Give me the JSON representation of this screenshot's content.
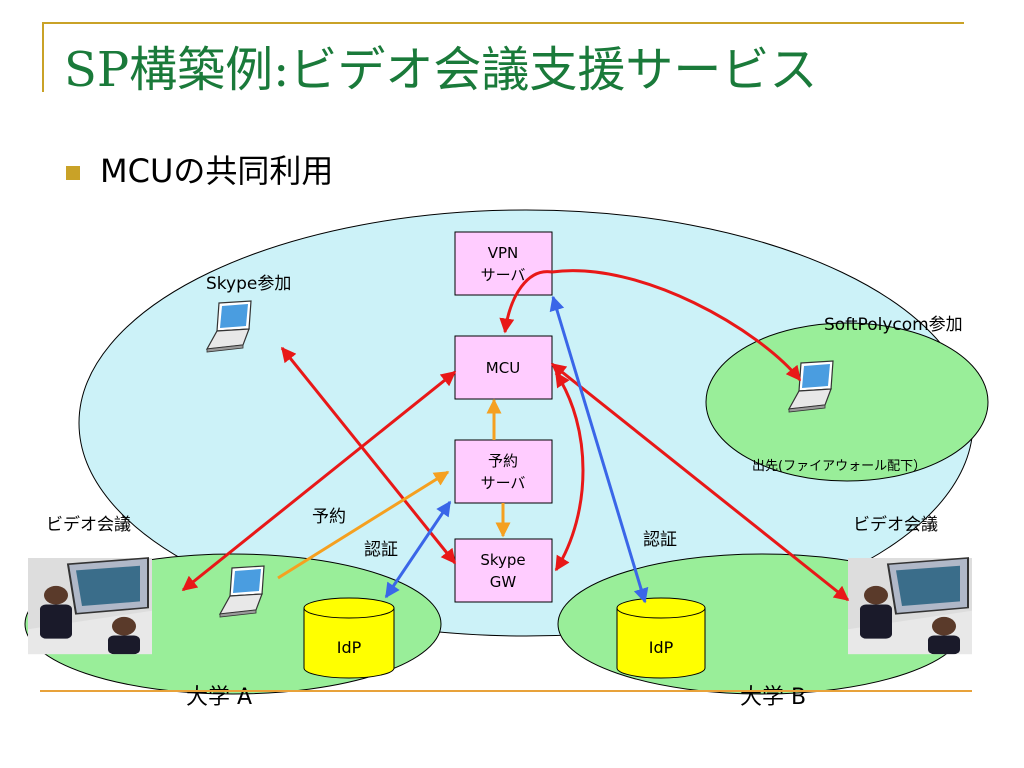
{
  "title": "SP構築例:ビデオ会議支援サービス",
  "bullet": "MCUの共同利用",
  "nodes": {
    "vpn": [
      "VPN",
      "サーバ"
    ],
    "mcu": "MCU",
    "reserve": [
      "予約",
      "サーバ"
    ],
    "skypegw": [
      "Skype",
      "GW"
    ],
    "idp_a": "IdP",
    "idp_b": "IdP"
  },
  "labels": {
    "skype_join": "Skype参加",
    "softpolycom_join": "SoftPolycom参加",
    "firewall": "出先(ファイアウォール配下）",
    "video_left": "ビデオ会議",
    "video_right": "ビデオ会議",
    "reserve_edge": "予約",
    "auth_left": "認証",
    "auth_right": "認証",
    "univ_a": "大学 A",
    "univ_b": "大学 B"
  },
  "colors": {
    "title": "#1a7a3a",
    "accent": "#c9a227",
    "cloud": "#ccf2f8",
    "campus": "#99ee99",
    "server_box": "#ffccff",
    "idp": "#ffff00",
    "arrow_red": "#e81818",
    "arrow_orange": "#f5a020",
    "arrow_blue": "#3a66e8"
  }
}
